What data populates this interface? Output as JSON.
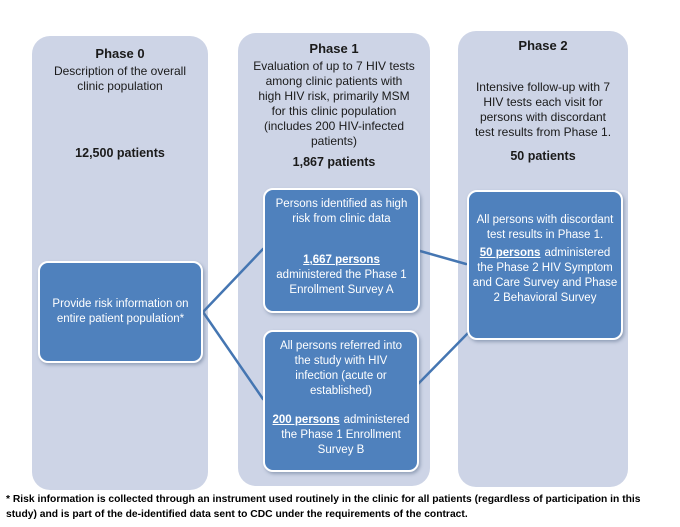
{
  "diagram": {
    "columns": [
      {
        "title": "Phase 0",
        "description": [
          "Description of the overall",
          "clinic population"
        ],
        "count": "12,500 patients",
        "box": {
          "text": [
            "Provide risk information on",
            "entire patient population*"
          ]
        }
      },
      {
        "title": "Phase 1",
        "description": [
          "Evaluation of up to 7 HIV tests",
          "among clinic patients with",
          "high HIV risk, primarily MSM",
          "for this clinic population",
          "(includes 200 HIV-infected",
          "patients)"
        ],
        "count": "1,867 patients",
        "boxes": [
          {
            "intro": [
              "Persons identified as high",
              "risk from clinic data"
            ],
            "count": "1,667 persons",
            "rest": [
              "administered the Phase 1",
              "Enrollment Survey A"
            ]
          },
          {
            "intro": [
              "All persons referred into",
              "the study with HIV",
              "infection (acute or",
              "established)"
            ],
            "count": "200 persons",
            "rest": [
              "administered",
              "the Phase 1 Enrollment",
              "Survey B"
            ]
          }
        ]
      },
      {
        "title": "Phase 2",
        "description": [
          "Intensive follow-up with 7",
          "HIV tests each visit for",
          "persons with discordant",
          "test results from Phase 1."
        ],
        "count": "50 patients",
        "box": {
          "intro": [
            "All persons with discordant",
            "test results in Phase 1."
          ],
          "count": "50 persons",
          "rest": [
            "administered",
            "the Phase 2 HIV Symptom",
            "and Care Survey and Phase",
            "2 Behavioral Survey"
          ]
        }
      }
    ],
    "footnote": [
      "* Risk information is collected through an instrument used routinely in the clinic for all patients (regardless of participation in this",
      "study) and is part of the de-identified data sent to CDC under the requirements of the contract."
    ],
    "colors": {
      "background": "#ffffff",
      "column_fill": "#cdd4e6",
      "box_fill": "#4f81bd",
      "box_border": "#ffffff",
      "connector": "#4576b2",
      "heading_text": "#1a1a1a",
      "box_text": "#ffffff",
      "footnote_text": "#000000"
    }
  }
}
